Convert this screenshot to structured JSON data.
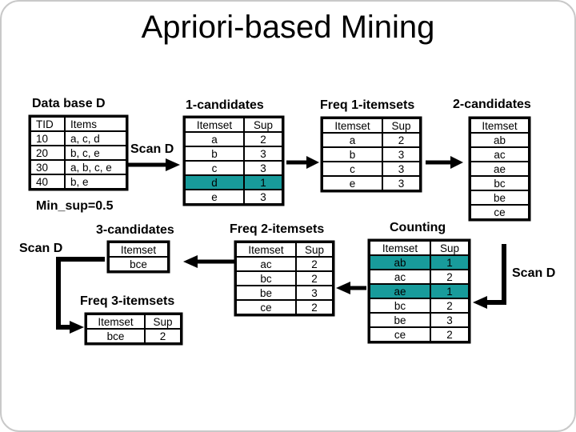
{
  "slide": {
    "title": "Apriori-based Mining",
    "min_sup_label": "Min_sup=0.5",
    "scan_label": "Scan D"
  },
  "colors": {
    "highlight": "#189b9b",
    "line": "#000000",
    "background": "#ffffff"
  },
  "tables": {
    "database": {
      "label": "Data base D",
      "headers": [
        "TID",
        "Items"
      ],
      "rows": [
        [
          "10",
          "a, c, d"
        ],
        [
          "20",
          "b, c, e"
        ],
        [
          "30",
          "a, b, c, e"
        ],
        [
          "40",
          "b, e"
        ]
      ],
      "highlight_rows": []
    },
    "c1": {
      "label": "1-candidates",
      "headers": [
        "Itemset",
        "Sup"
      ],
      "rows": [
        [
          "a",
          "2"
        ],
        [
          "b",
          "3"
        ],
        [
          "c",
          "3"
        ],
        [
          "d",
          "1"
        ],
        [
          "e",
          "3"
        ]
      ],
      "highlight_rows": [
        3
      ]
    },
    "f1": {
      "label": "Freq 1-itemsets",
      "headers": [
        "Itemset",
        "Sup"
      ],
      "rows": [
        [
          "a",
          "2"
        ],
        [
          "b",
          "3"
        ],
        [
          "c",
          "3"
        ],
        [
          "e",
          "3"
        ]
      ],
      "highlight_rows": []
    },
    "c2": {
      "label": "2-candidates",
      "headers": [
        "Itemset"
      ],
      "rows": [
        [
          "ab"
        ],
        [
          "ac"
        ],
        [
          "ae"
        ],
        [
          "bc"
        ],
        [
          "be"
        ],
        [
          "ce"
        ]
      ],
      "highlight_rows": []
    },
    "counting": {
      "label": "Counting",
      "headers": [
        "Itemset",
        "Sup"
      ],
      "rows": [
        [
          "ab",
          "1"
        ],
        [
          "ac",
          "2"
        ],
        [
          "ae",
          "1"
        ],
        [
          "bc",
          "2"
        ],
        [
          "be",
          "3"
        ],
        [
          "ce",
          "2"
        ]
      ],
      "highlight_rows": [
        0,
        2
      ]
    },
    "f2": {
      "label": "Freq 2-itemsets",
      "headers": [
        "Itemset",
        "Sup"
      ],
      "rows": [
        [
          "ac",
          "2"
        ],
        [
          "bc",
          "2"
        ],
        [
          "be",
          "3"
        ],
        [
          "ce",
          "2"
        ]
      ],
      "highlight_rows": []
    },
    "c3": {
      "label": "3-candidates",
      "headers": [
        "Itemset"
      ],
      "rows": [
        [
          "bce"
        ]
      ],
      "highlight_rows": []
    },
    "f3": {
      "label": "Freq 3-itemsets",
      "headers": [
        "Itemset",
        "Sup"
      ],
      "rows": [
        [
          "bce",
          "2"
        ]
      ],
      "highlight_rows": []
    }
  }
}
